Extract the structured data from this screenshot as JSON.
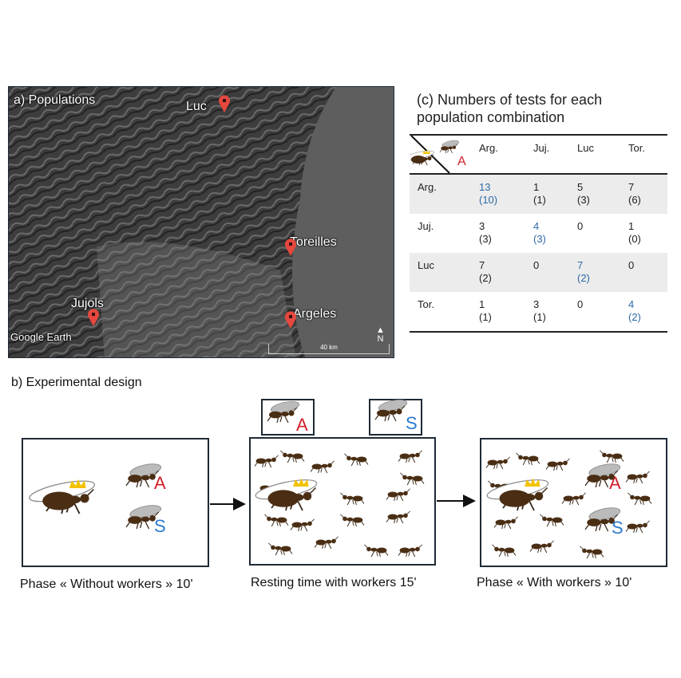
{
  "map": {
    "title": "a) Populations",
    "locations": [
      "Luc",
      "Toreilles",
      "Jujols",
      "Argeles"
    ],
    "attribution": "Google Earth",
    "scale": "40 km",
    "north": "N"
  },
  "table": {
    "title_line1": "(c) Numbers of tests for each",
    "title_line2": "population combination",
    "header_label": "A",
    "columns": [
      "Arg.",
      "Juj.",
      "Luc",
      "Tor."
    ],
    "rows": [
      {
        "label": "Arg.",
        "cells": [
          [
            "13",
            "(10)"
          ],
          [
            "1",
            "(1)"
          ],
          [
            "5",
            "(3)"
          ],
          [
            "7",
            "(6)"
          ]
        ]
      },
      {
        "label": "Juj.",
        "cells": [
          [
            "3",
            "(3)"
          ],
          [
            "4",
            "(3)"
          ],
          [
            "0",
            ""
          ],
          [
            "1",
            "(0)"
          ]
        ]
      },
      {
        "label": "Luc",
        "cells": [
          [
            "7",
            "(2)"
          ],
          [
            "0",
            ""
          ],
          [
            "7",
            "(2)"
          ],
          [
            "0",
            ""
          ]
        ]
      },
      {
        "label": "Tor.",
        "cells": [
          [
            "1",
            "(1)"
          ],
          [
            "3",
            "(1)"
          ],
          [
            "0",
            ""
          ],
          [
            "4",
            "(2)"
          ]
        ]
      }
    ],
    "colors": {
      "diagonal": "#2e6aa6",
      "text": "#222222",
      "shade": "#ececec"
    }
  },
  "design": {
    "title": "b) Experimental design",
    "label_a": "A",
    "label_s": "S",
    "color_a": "#d0202a",
    "color_s": "#2a7ad0",
    "phases": [
      "Phase « Without workers » 10'",
      "Resting time with workers 15'",
      "Phase « With workers » 10'"
    ]
  }
}
